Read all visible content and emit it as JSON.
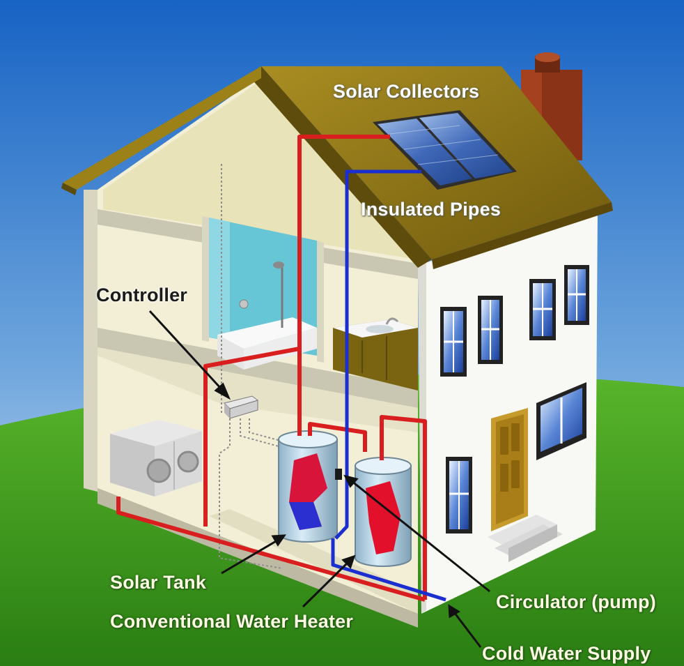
{
  "labels": {
    "solar_collectors": "Solar Collectors",
    "insulated_pipes": "Insulated Pipes",
    "controller": "Controller",
    "solar_tank": "Solar Tank",
    "conventional_water_heater": "Conventional Water Heater",
    "circulator": "Circulator (pump)",
    "cold_water_supply": "Cold Water Supply"
  },
  "colors": {
    "sky_top": "#1763c4",
    "sky_bottom": "#cfe3f4",
    "grass": "#3d9a1e",
    "roof": "#8f7515",
    "chimney": "#8a3316",
    "hot_pipe": "#d81e1e",
    "cold_pipe": "#1b2fd0",
    "wall": "#fbfbf6",
    "bathroom_wall": "#66c6d6"
  }
}
